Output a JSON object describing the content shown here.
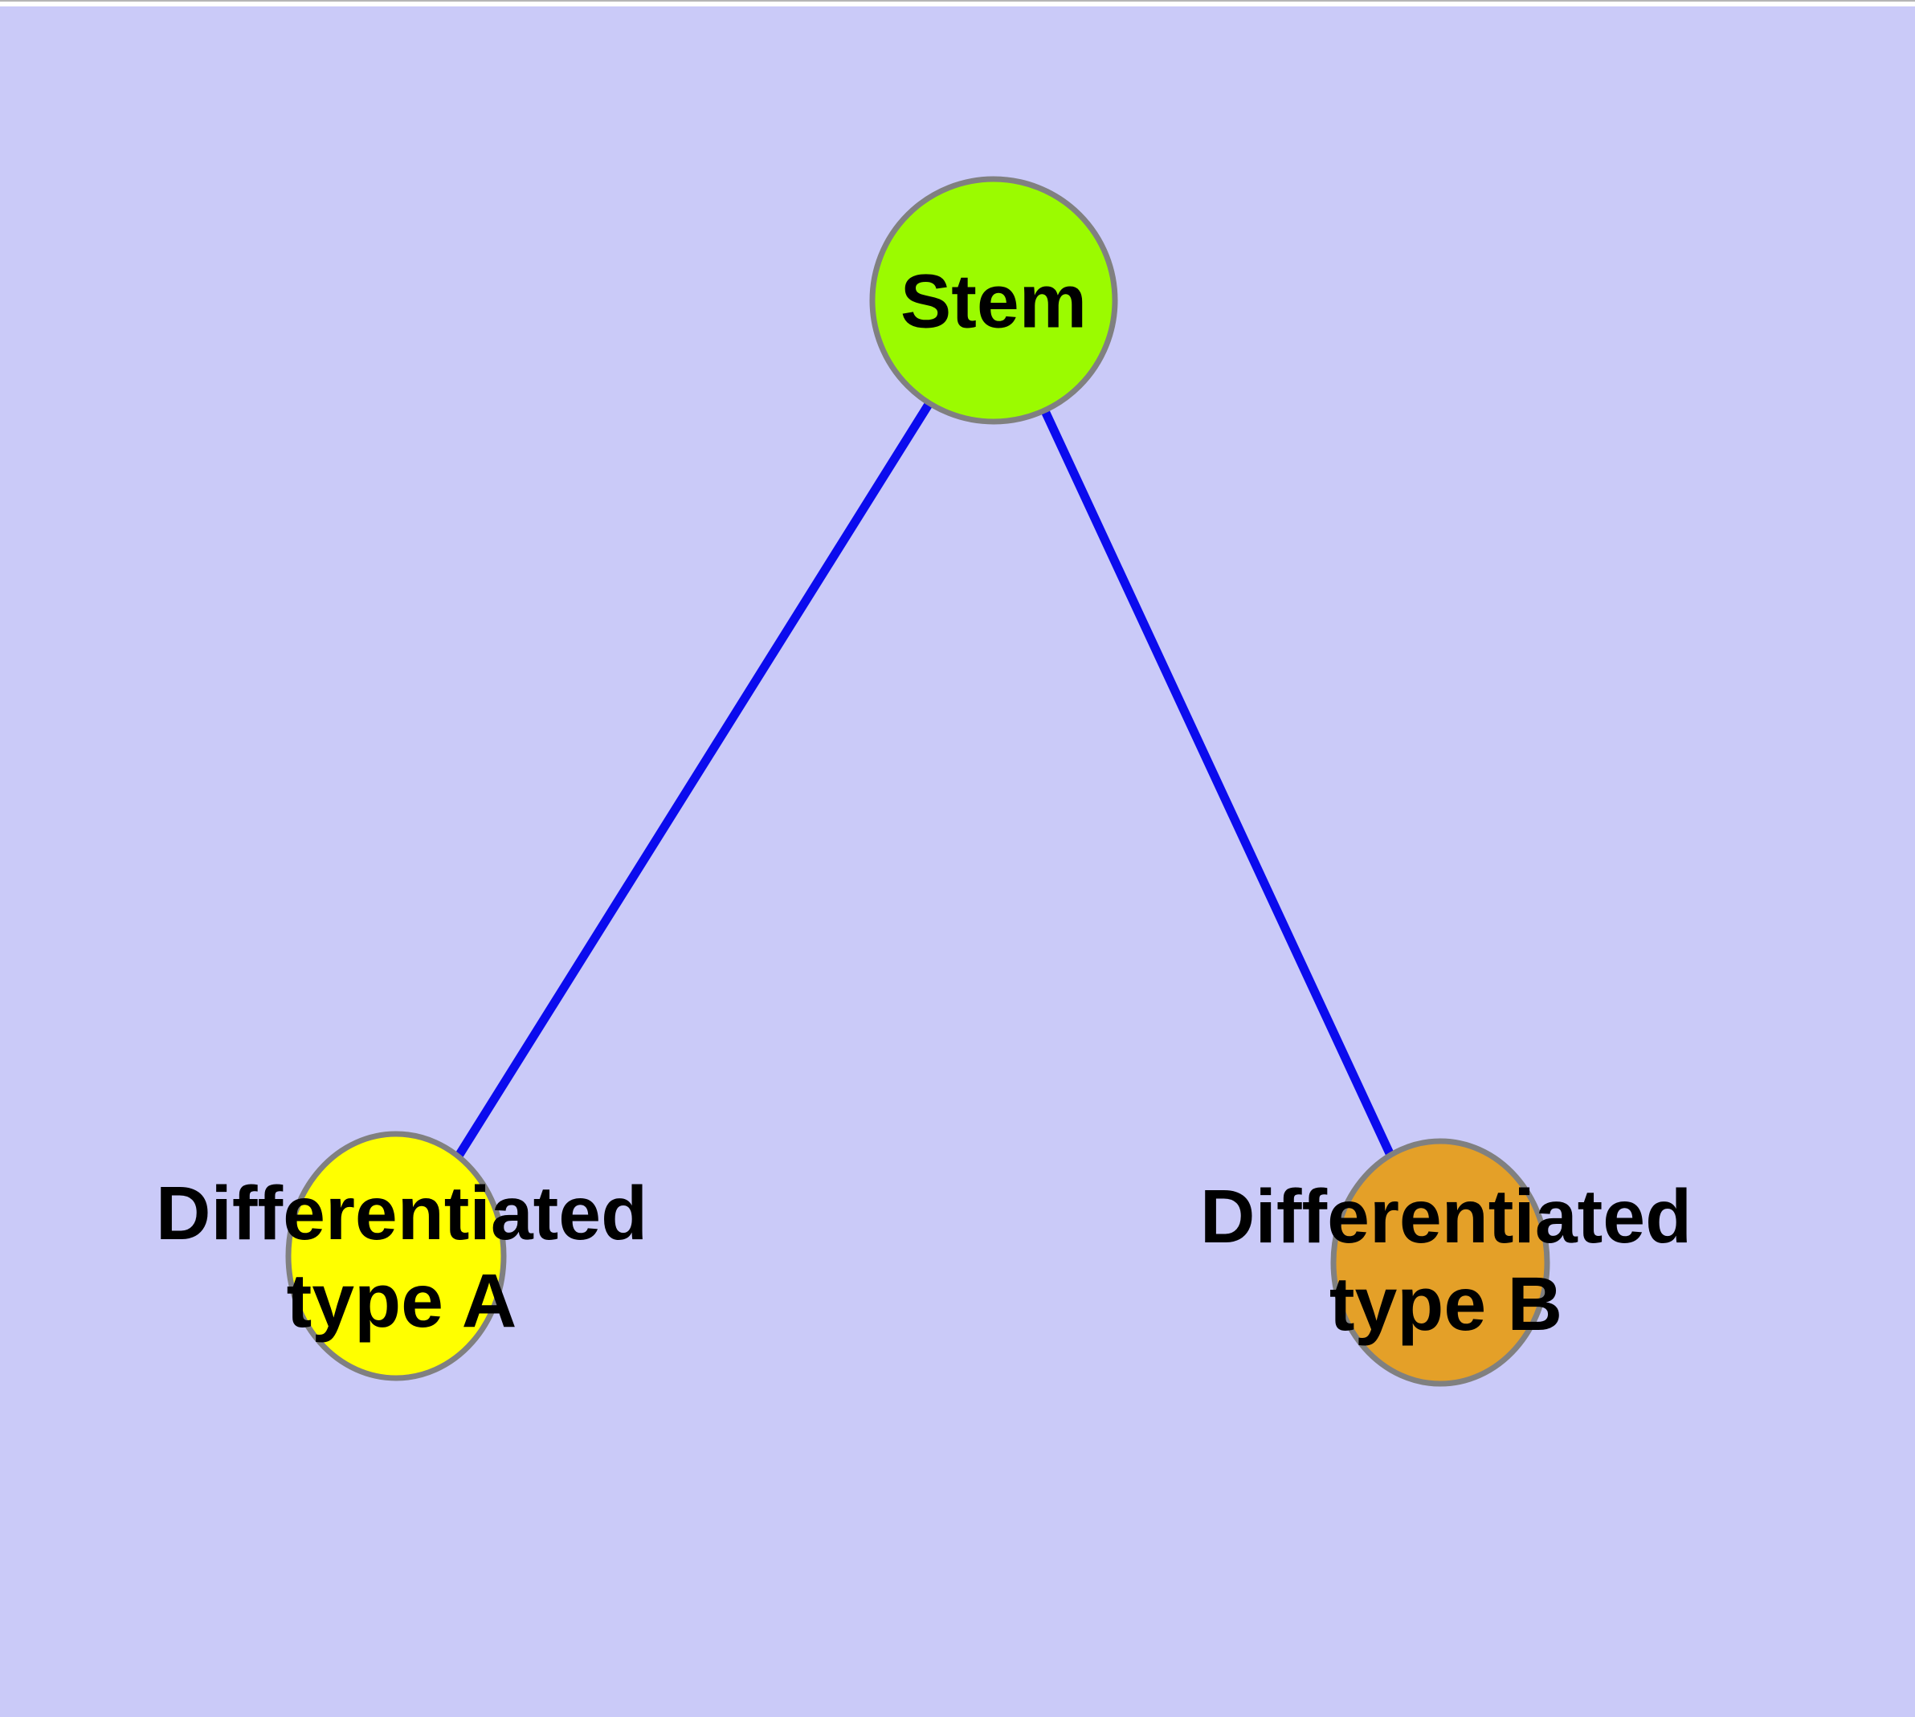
{
  "diagram": {
    "background_color": "#cacaf8",
    "top_strip_color": "#ffffff",
    "top_hairline_color": "#b5b5b5",
    "edge_color": "#0b0bee",
    "node_border_color": "#808080",
    "label_color": "#000000",
    "nodes": [
      {
        "id": "stem",
        "label_lines": [
          "Stem"
        ],
        "fill": "#9bfb00"
      },
      {
        "id": "differentiated-type-a",
        "label_lines": [
          "Differentiated",
          "type A"
        ],
        "fill": "#ffff00"
      },
      {
        "id": "differentiated-type-b",
        "label_lines": [
          "Differentiated",
          "type B"
        ],
        "fill": "#e4a028"
      }
    ],
    "edges": [
      {
        "from": "Stem",
        "to": "Differentiated type A"
      },
      {
        "from": "Stem",
        "to": "Differentiated type B"
      }
    ]
  }
}
